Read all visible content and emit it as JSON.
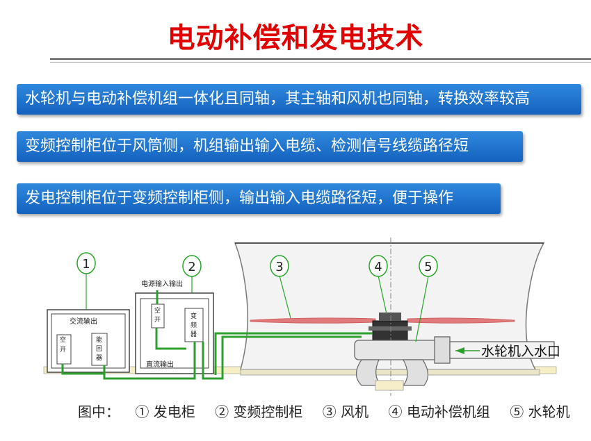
{
  "title": "电动补偿和发电技术",
  "bullets": [
    "水轮机与电动补偿机组一体化且同轴，其主轴和风机也同轴，转换效率较高",
    "变频控制柜位于风筒侧，机组输出输入电缆、检测信号线缆路径短",
    "发电控制柜位于变频控制柜侧，输出输入电缆路径短，便于操作"
  ],
  "diagram": {
    "callouts": [
      "1",
      "2",
      "3",
      "4",
      "5"
    ],
    "labels": {
      "power_io": "电源输入输出",
      "ac_out": "交流输出",
      "dc_out": "直流输出",
      "switch1": "空开",
      "regen": "能回器",
      "switch2": "空开",
      "vfd": "变频器",
      "inlet": "水轮机入水口"
    }
  },
  "legend": {
    "lead": "图中：",
    "items": [
      "① 发电柜",
      "② 变频控制柜",
      "③ 风机",
      "④ 电动补偿机组",
      "⑤ 水轮机"
    ]
  },
  "colors": {
    "title": "#e00000",
    "bar": "#1a6cc8",
    "cable": "#2ca02c",
    "callout": "#27a327"
  }
}
